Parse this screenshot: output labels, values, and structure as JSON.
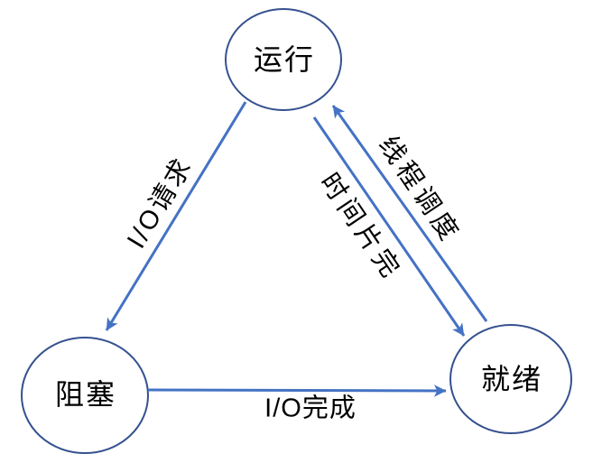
{
  "diagram": {
    "type": "state-transition-diagram",
    "background": "#FFFFFF",
    "colors": {
      "node_stroke": "#35518F",
      "arrow": "#4472C4",
      "label_text": "#000000"
    },
    "nodes": [
      {
        "id": "running",
        "label": "运行"
      },
      {
        "id": "blocked",
        "label": "阻塞"
      },
      {
        "id": "ready",
        "label": "就绪"
      }
    ],
    "edges": [
      {
        "from": "running",
        "to": "blocked",
        "label": "I/O请求"
      },
      {
        "from": "running",
        "to": "ready",
        "label": "时间片完"
      },
      {
        "from": "ready",
        "to": "running",
        "label": "线程调度"
      },
      {
        "from": "blocked",
        "to": "ready",
        "label": "I/O完成"
      }
    ]
  }
}
